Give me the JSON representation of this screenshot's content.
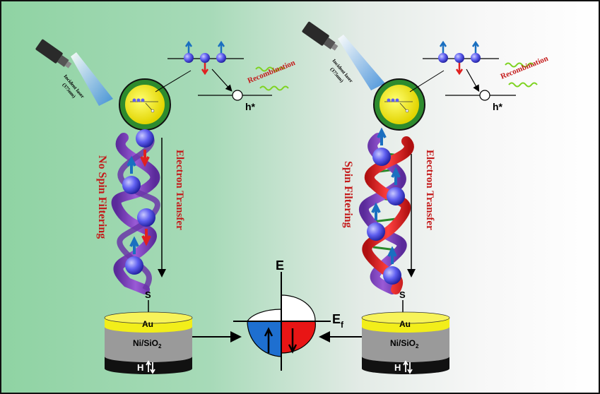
{
  "left_panel": {
    "laser_label": "Incident laser",
    "laser_wavelength": "(375nm)",
    "recombination_label": "Recombination",
    "hole_label": "h*",
    "vertical_label": "No Spin Filtering",
    "transfer_label": "Electron Transfer",
    "sulfur_label": "S",
    "device": {
      "top_label": "Au",
      "middle_label": "Ni/SiO",
      "middle_sub": "2",
      "bottom_label": "H"
    }
  },
  "right_panel": {
    "laser_label": "Incident laser",
    "laser_wavelength": "(375nm)",
    "recombination_label": "Recombination",
    "hole_label": "h*",
    "vertical_label": "Spin Filtering",
    "transfer_label": "Electron Transfer",
    "sulfur_label": "S",
    "device": {
      "top_label": "Au",
      "middle_label": "Ni/SiO",
      "middle_sub": "2",
      "bottom_label": "H"
    }
  },
  "band_diagram": {
    "energy_label": "E",
    "fermi_label": "E",
    "fermi_sub": "f"
  },
  "colors": {
    "background_left": "#9fd7b0",
    "background_right": "#ffffff",
    "helix_purple": "#7b3fb5",
    "helix_red": "#e0202a",
    "electron_blue": "#5a5ae8",
    "arrow_red": "#e02020",
    "arrow_blue": "#1a6fc0",
    "text_red": "#c41a1a",
    "gold": "#f2ee1a",
    "ni_gray": "#9a9a9a",
    "spin_up_fill": "#1e6fd0",
    "spin_down_fill": "#e81515",
    "green_wave": "#7ed321"
  }
}
